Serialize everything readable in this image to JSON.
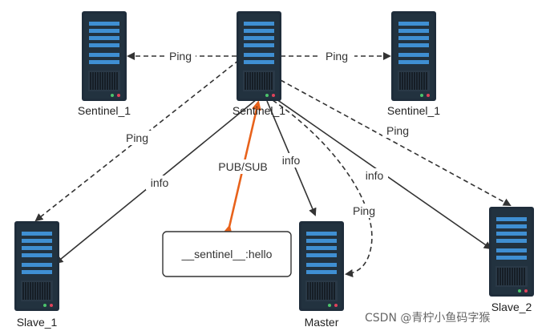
{
  "nodes": {
    "sentinel_left": "Sentinel_1",
    "sentinel_center": "Sentinel_1",
    "sentinel_right": "Sentinel_1",
    "slave_left": "Slave_1",
    "master": "Master",
    "slave_right": "Slave_2"
  },
  "edges": {
    "ping_left": "Ping",
    "ping_right": "Ping",
    "ping_slave1": "Ping",
    "ping_slave2": "Ping",
    "ping_master": "Ping",
    "info_slave1": "info",
    "info_master": "info",
    "info_slave2": "info",
    "pubsub": "PUB/SUB"
  },
  "channel_box": "__sentinel__:hello",
  "watermark": "CSDN @青柠小鱼码字猴",
  "colors": {
    "server_body": "#1f2d3b",
    "server_bar": "#3f8fd2",
    "arrow_dark": "#333333",
    "pubsub_arrow": "#e8621b"
  }
}
